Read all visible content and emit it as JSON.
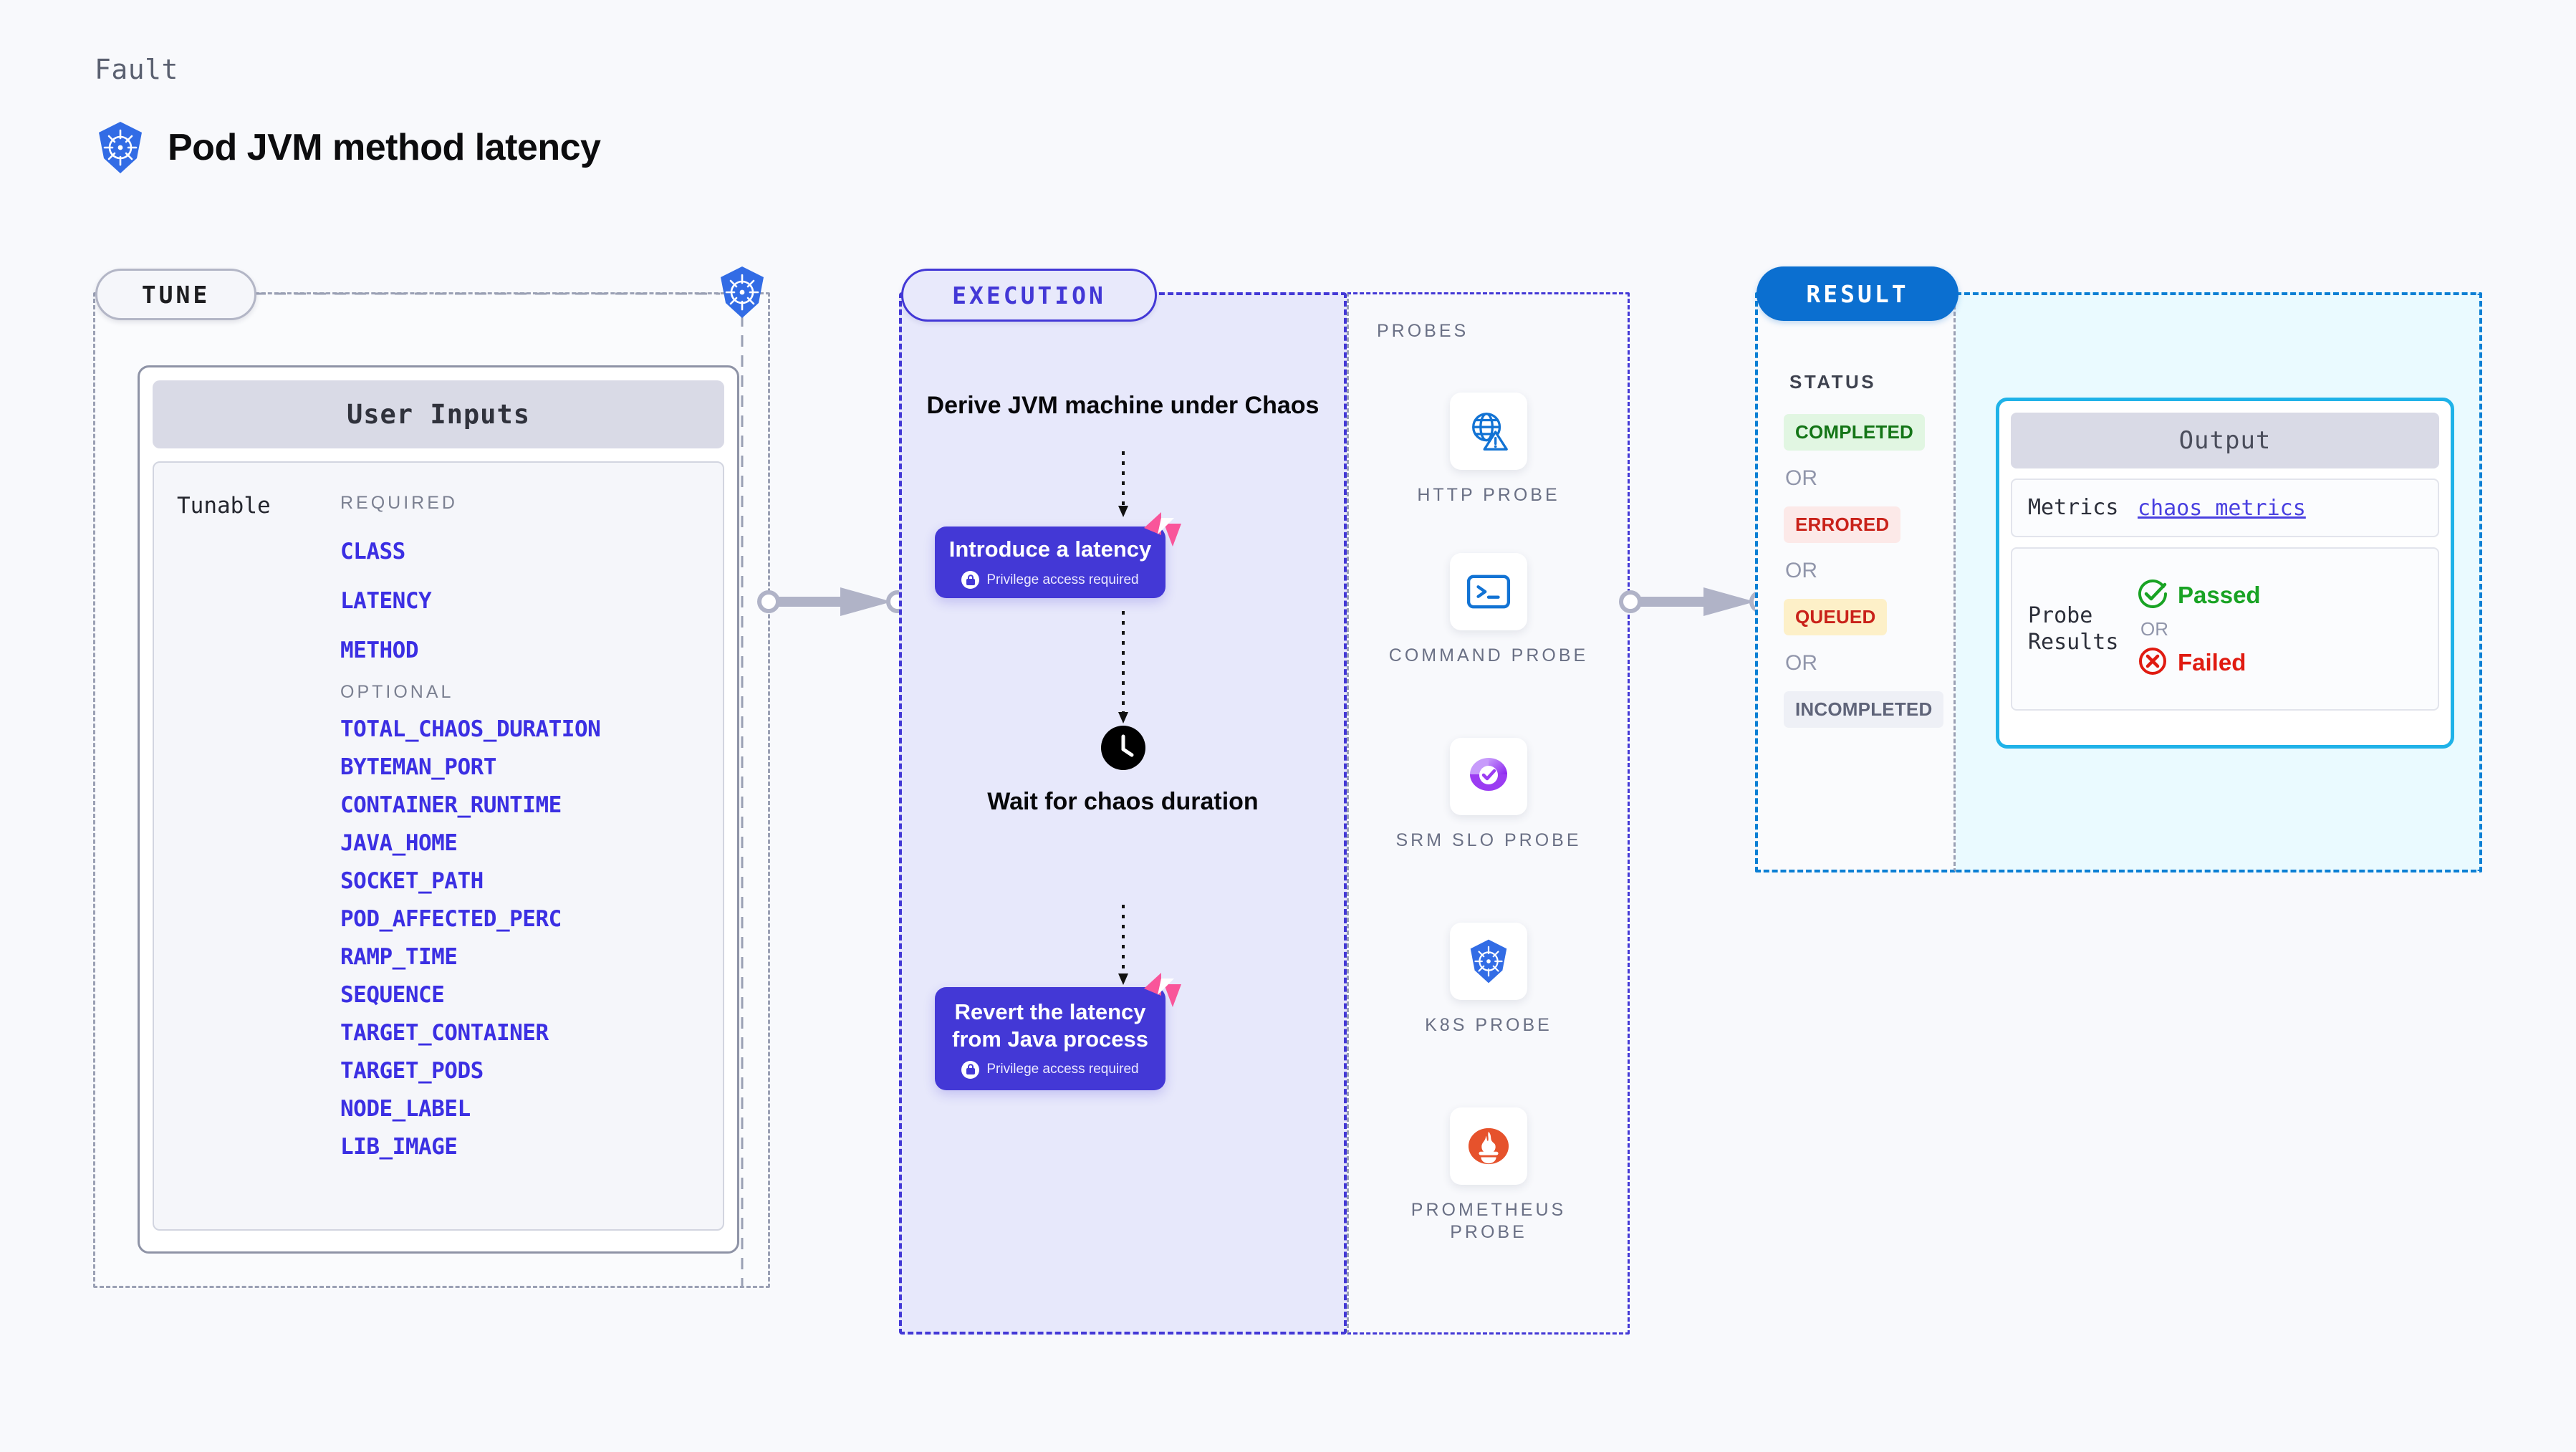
{
  "header": {
    "eyebrow": "Fault",
    "title": "Pod JVM method latency",
    "icon": "kubernetes-icon"
  },
  "tune": {
    "pill_label": "TUNE",
    "node_icon": "kubernetes-icon",
    "card": {
      "title": "User Inputs",
      "row_label": "Tunable",
      "required_label": "REQUIRED",
      "required": [
        "CLASS",
        "LATENCY",
        "METHOD"
      ],
      "optional_label": "OPTIONAL",
      "optional": [
        "TOTAL_CHAOS_DURATION",
        "BYTEMAN_PORT",
        "CONTAINER_RUNTIME",
        "JAVA_HOME",
        "SOCKET_PATH",
        "POD_AFFECTED_PERC",
        "RAMP_TIME",
        "SEQUENCE",
        "TARGET_CONTAINER",
        "TARGET_PODS",
        "NODE_LABEL",
        "LIB_IMAGE"
      ]
    }
  },
  "execution": {
    "pill_label": "EXECUTION",
    "step1_title": "Derive JVM machine under Chaos",
    "box1_title": "Introduce a latency",
    "box1_sub": "Privilege access required",
    "box1_badge_icon": "litmus-icon",
    "box1_lock_icon": "lock-icon",
    "wait_icon": "clock-icon",
    "step2_title": "Wait for chaos duration",
    "box2_title": "Revert the latency from Java process",
    "box2_sub": "Privilege access required",
    "box2_badge_icon": "litmus-icon",
    "box2_lock_icon": "lock-icon"
  },
  "probes": {
    "label": "PROBES",
    "items": [
      {
        "name": "HTTP PROBE",
        "icon": "globe-warning-icon"
      },
      {
        "name": "COMMAND PROBE",
        "icon": "terminal-icon"
      },
      {
        "name": "SRM SLO PROBE",
        "icon": "srm-slo-icon"
      },
      {
        "name": "K8S PROBE",
        "icon": "kubernetes-icon"
      },
      {
        "name": "PROMETHEUS PROBE",
        "icon": "prometheus-icon"
      }
    ]
  },
  "result": {
    "pill_label": "RESULT",
    "status_label": "STATUS",
    "or_label": "OR",
    "statuses": [
      {
        "label": "COMPLETED",
        "bg": "#e1f6e2",
        "fg": "#147517"
      },
      {
        "label": "ERRORED",
        "bg": "#fce9e8",
        "fg": "#c9221a"
      },
      {
        "label": "QUEUED",
        "bg": "#fdf0c8",
        "fg": "#c9221a"
      },
      {
        "label": "INCOMPLETED",
        "bg": "#eef0f6",
        "fg": "#5f6479"
      }
    ],
    "output": {
      "title": "Output",
      "metrics_key": "Metrics",
      "metrics_value": "chaos metrics",
      "probe_results_key": "Probe Results",
      "passed_label": "Passed",
      "failed_label": "Failed",
      "or_label": "OR",
      "passed_icon": "check-circle-icon",
      "failed_icon": "x-circle-icon"
    }
  },
  "colors": {
    "accent_purple": "#4338d6",
    "accent_blue": "#0b6fd0",
    "accent_cyan": "#1fb2e8",
    "param_blue": "#3b2fe3",
    "litmus_pink": "#f9559a",
    "page_bg": "#f8f9fc"
  }
}
